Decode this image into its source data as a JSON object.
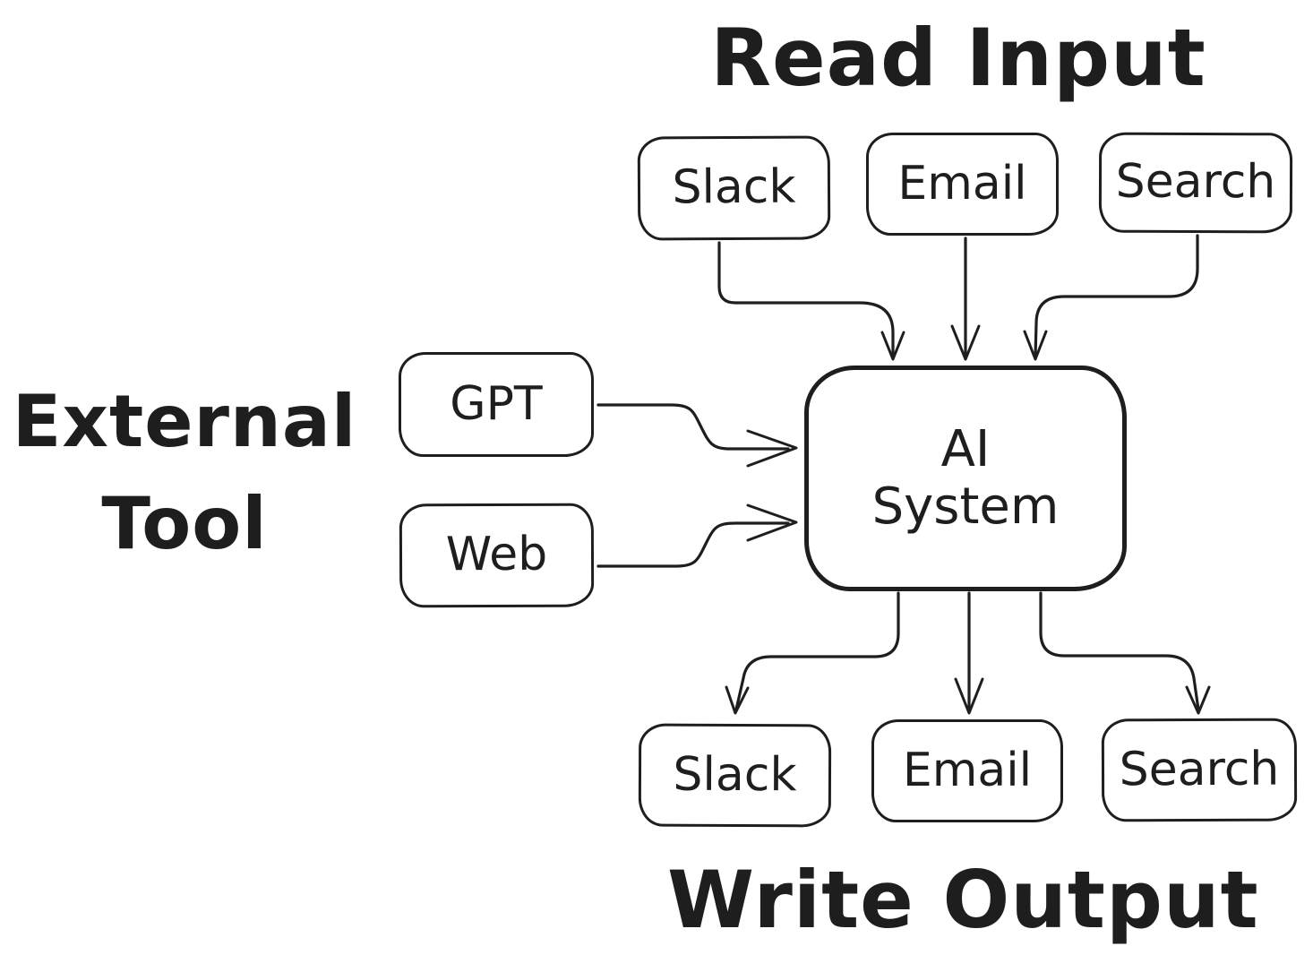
{
  "titles": {
    "read_input": "Read Input",
    "write_output": "Write Output",
    "external_tool": "External Tool"
  },
  "nodes": {
    "input_slack": {
      "label": "Slack"
    },
    "input_email": {
      "label": "Email"
    },
    "input_search": {
      "label": "Search"
    },
    "gpt": {
      "label": "GPT"
    },
    "web": {
      "label": "Web"
    },
    "ai_system": {
      "label": "AI System"
    },
    "output_slack": {
      "label": "Slack"
    },
    "output_email": {
      "label": "Email"
    },
    "output_search": {
      "label": "Search"
    }
  },
  "edges": [
    {
      "from": "input_slack",
      "to": "ai_system"
    },
    {
      "from": "input_email",
      "to": "ai_system"
    },
    {
      "from": "input_search",
      "to": "ai_system"
    },
    {
      "from": "gpt",
      "to": "ai_system"
    },
    {
      "from": "web",
      "to": "ai_system"
    },
    {
      "from": "ai_system",
      "to": "output_slack"
    },
    {
      "from": "ai_system",
      "to": "output_email"
    },
    {
      "from": "ai_system",
      "to": "output_search"
    }
  ],
  "colors": {
    "ink": "#1e1e1e",
    "background": "#ffffff"
  }
}
